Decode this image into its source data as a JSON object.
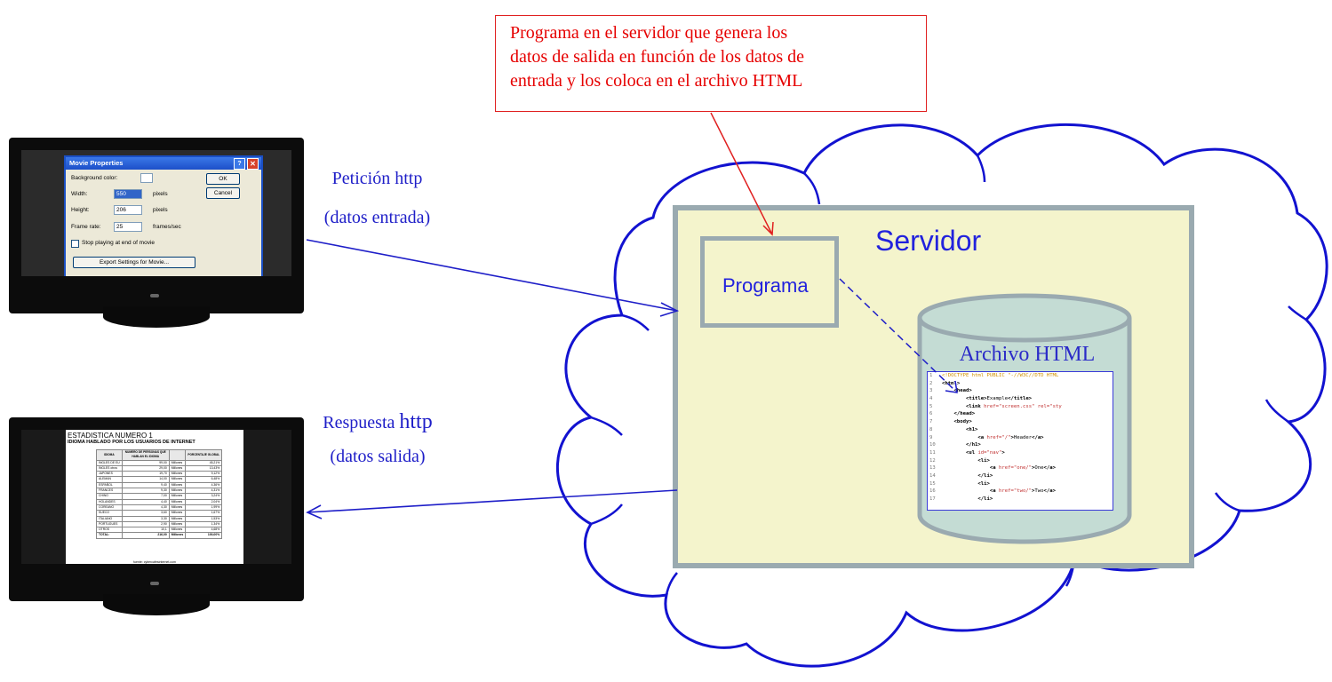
{
  "callout": {
    "lines": [
      "Programa en el servidor que genera los",
      "datos de salida en función de los datos de",
      "entrada y los coloca en el archivo HTML"
    ]
  },
  "request": {
    "line1": "Petición http",
    "line2": "(datos entrada)"
  },
  "response": {
    "line1_a": "Respuesta ",
    "line1_b": "http",
    "line2": "(datos salida)"
  },
  "link_fragment": "nk",
  "server": {
    "title": "Servidor",
    "program_label": "Programa",
    "file_label": "Archivo HTML"
  },
  "colors": {
    "callout_text": "#e60000",
    "callout_border": "#e02020",
    "labels": "#1e1ec8",
    "cloud": "#1212d0",
    "server_fill": "#f4f4cc",
    "server_border": "#9aaab0",
    "cylinder_fill": "#c4dcd4"
  },
  "dialog": {
    "title": "Movie Properties",
    "help_glyph": "?",
    "close_glyph": "✕",
    "background_label": "Background color:",
    "width_label": "Width:",
    "width_value": "550",
    "height_label": "Height:",
    "height_value": "206",
    "unit_pixels": "pixels",
    "frame_label": "Frame rate:",
    "frame_value": "25",
    "frame_unit": "frames/sec",
    "ok": "OK",
    "cancel": "Cancel",
    "stop_label": "Stop playing at end of movie",
    "export": "Export Settings for Movie..."
  },
  "stats": {
    "title": "ESTADISTICA NUMERO 1",
    "subtitle": "IDIOMA HABLADO POR LOS USUARIOS DE INTERNET",
    "headers": [
      "IDIOMA",
      "NUMERO DE PERSONAS QUE HABLAN EL IDIOMA",
      "",
      "PORCENTAJE GLOBAL"
    ],
    "rows": [
      [
        "INGLES DE EU",
        "99,00",
        "Millones",
        "45,21%"
      ],
      [
        "INGLES otros",
        "29,00",
        "Millones",
        "13,43%"
      ],
      [
        "JAPONES",
        "19,70",
        "Millones",
        "9,12%"
      ],
      [
        "ALEMAN",
        "14,00",
        "Millones",
        "6,48%"
      ],
      [
        "ESPAÑOL",
        "9,40",
        "Millones",
        "4,36%"
      ],
      [
        "FRANCES",
        "9,30",
        "Millones",
        "4,31%"
      ],
      [
        "CHINO",
        "7,00",
        "Millones",
        "3,24%"
      ],
      [
        "HOLANDES",
        "4,40",
        "Millones",
        "2,04%"
      ],
      [
        "COREANO",
        "4,30",
        "Millones",
        "1,99%"
      ],
      [
        "SUECO",
        "3,60",
        "Millones",
        "1,67%"
      ],
      [
        "ITALIANO",
        "3,30",
        "Millones",
        "1,53%"
      ],
      [
        "PORTUGUES",
        "2,90",
        "Millones",
        "1,34%"
      ],
      [
        "OTROS",
        "10,1",
        "Millones",
        "4,68%"
      ],
      [
        "TOTAL:",
        "216,00",
        "Millones",
        "100,00%"
      ]
    ],
    "footer": "fuente: cybercafesinternet.com"
  },
  "code": [
    {
      "n": "1",
      "parts": [
        [
          "doc",
          "<!DOCTYPE html PUBLIC \"-//W3C//DTD HTML"
        ]
      ]
    },
    {
      "n": "2",
      "parts": [
        [
          "tag",
          "<html>"
        ]
      ]
    },
    {
      "n": "3",
      "parts": [
        [
          "txt",
          "    "
        ],
        [
          "tag",
          "<head>"
        ]
      ]
    },
    {
      "n": "4",
      "parts": [
        [
          "txt",
          "        "
        ],
        [
          "tag",
          "<title>"
        ],
        [
          "txt",
          "Example"
        ],
        [
          "tag",
          "</title>"
        ]
      ]
    },
    {
      "n": "5",
      "parts": [
        [
          "txt",
          "        "
        ],
        [
          "tag",
          "<link "
        ],
        [
          "str",
          "href=\"screen.css\" rel=\"sty"
        ]
      ]
    },
    {
      "n": "6",
      "parts": [
        [
          "txt",
          "    "
        ],
        [
          "tag",
          "</head>"
        ]
      ]
    },
    {
      "n": "7",
      "parts": [
        [
          "txt",
          "    "
        ],
        [
          "tag",
          "<body>"
        ]
      ]
    },
    {
      "n": "8",
      "parts": [
        [
          "txt",
          "        "
        ],
        [
          "tag",
          "<h1>"
        ]
      ]
    },
    {
      "n": "9",
      "parts": [
        [
          "txt",
          "            "
        ],
        [
          "tag",
          "<a "
        ],
        [
          "str",
          "href=\"/\""
        ],
        [
          "tag",
          ">"
        ],
        [
          "txt",
          "Header"
        ],
        [
          "tag",
          "</a>"
        ]
      ]
    },
    {
      "n": "10",
      "parts": [
        [
          "txt",
          "        "
        ],
        [
          "tag",
          "</h1>"
        ]
      ]
    },
    {
      "n": "11",
      "parts": [
        [
          "txt",
          "        "
        ],
        [
          "tag",
          "<ul "
        ],
        [
          "str",
          "id=\"nav\""
        ],
        [
          "tag",
          ">"
        ]
      ]
    },
    {
      "n": "12",
      "parts": [
        [
          "txt",
          "            "
        ],
        [
          "tag",
          "<li>"
        ]
      ]
    },
    {
      "n": "13",
      "parts": [
        [
          "txt",
          "                "
        ],
        [
          "tag",
          "<a "
        ],
        [
          "str",
          "href=\"one/\""
        ],
        [
          "tag",
          ">"
        ],
        [
          "txt",
          "One"
        ],
        [
          "tag",
          "</a>"
        ]
      ]
    },
    {
      "n": "14",
      "parts": [
        [
          "txt",
          "            "
        ],
        [
          "tag",
          "</li>"
        ]
      ]
    },
    {
      "n": "15",
      "parts": [
        [
          "txt",
          "            "
        ],
        [
          "tag",
          "<li>"
        ]
      ]
    },
    {
      "n": "16",
      "parts": [
        [
          "txt",
          "                "
        ],
        [
          "tag",
          "<a "
        ],
        [
          "str",
          "href=\"two/\""
        ],
        [
          "tag",
          ">"
        ],
        [
          "txt",
          "Two"
        ],
        [
          "tag",
          "</a>"
        ]
      ]
    },
    {
      "n": "17",
      "parts": [
        [
          "txt",
          "            "
        ],
        [
          "tag",
          "</li>"
        ]
      ]
    }
  ]
}
